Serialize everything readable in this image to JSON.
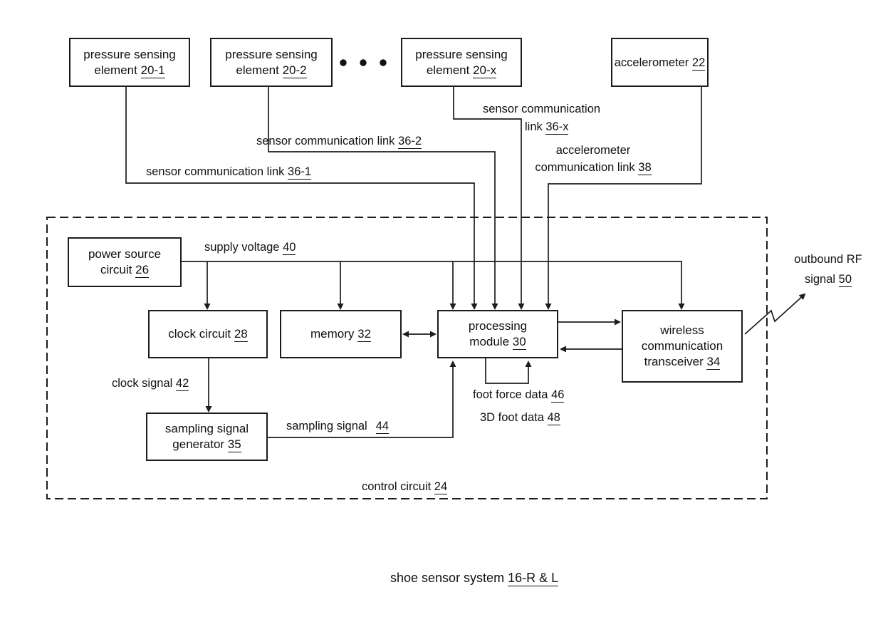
{
  "colors": {
    "line": "#1c1c1c",
    "text": "#111111",
    "background": "#ffffff"
  },
  "boxes": {
    "pse1": {
      "line1": "pressure sensing",
      "line2": "element",
      "ref": "20-1"
    },
    "pse2": {
      "line1": "pressure sensing",
      "line2": "element",
      "ref": "20-2"
    },
    "psex": {
      "line1": "pressure sensing",
      "line2": "element",
      "ref": "20-x"
    },
    "accel": {
      "text": "accelerometer",
      "ref": "22"
    },
    "power": {
      "line1": "power source",
      "line2": "circuit",
      "ref": "26"
    },
    "clock": {
      "text": "clock circuit",
      "ref": "28"
    },
    "memory": {
      "text": "memory",
      "ref": "32"
    },
    "processing": {
      "line1": "processing",
      "line2": "module",
      "ref": "30"
    },
    "transceiver": {
      "line1": "wireless",
      "line2": "communication",
      "line3": "transceiver",
      "ref": "34"
    },
    "sampgen": {
      "line1": "sampling signal",
      "line2": "generator",
      "ref": "35"
    }
  },
  "labels": {
    "link1": {
      "text": "sensor communication link",
      "ref": "36-1"
    },
    "link2": {
      "text": "sensor communication link",
      "ref": "36-2"
    },
    "linkx_l1": "sensor communication",
    "linkx_l2": {
      "text": "link",
      "ref": "36-x"
    },
    "accel_link": {
      "line1": "accelerometer",
      "line2": "communication link",
      "ref": "38"
    },
    "supply": {
      "text": "supply voltage",
      "ref": "40"
    },
    "clock_sig": {
      "text": "clock signal",
      "ref": "42"
    },
    "samp_sig": {
      "text": "sampling signal",
      "ref": "44"
    },
    "foot_force": {
      "text": "foot force data",
      "ref": "46"
    },
    "foot3d": {
      "text": "3D foot data",
      "ref": "48"
    },
    "outbound": {
      "line1": "outbound RF",
      "line2": "signal",
      "ref": "50"
    },
    "control": {
      "text": "control circuit",
      "ref": "24"
    },
    "title": {
      "text": "shoe sensor system",
      "ref": "16-R & L"
    }
  }
}
